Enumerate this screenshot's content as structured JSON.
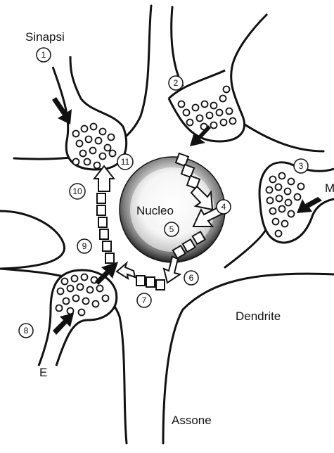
{
  "labels": {
    "synapse": "Sinapsi",
    "nucleus": "Nucleo",
    "dendrite": "Dendrite",
    "axon": "Assone",
    "m": "M",
    "e": "E"
  },
  "steps": [
    "1",
    "2",
    "3",
    "4",
    "5",
    "6",
    "7",
    "8",
    "9",
    "10",
    "11"
  ],
  "colors": {
    "ink": "#111111",
    "paper": "#ffffff"
  }
}
